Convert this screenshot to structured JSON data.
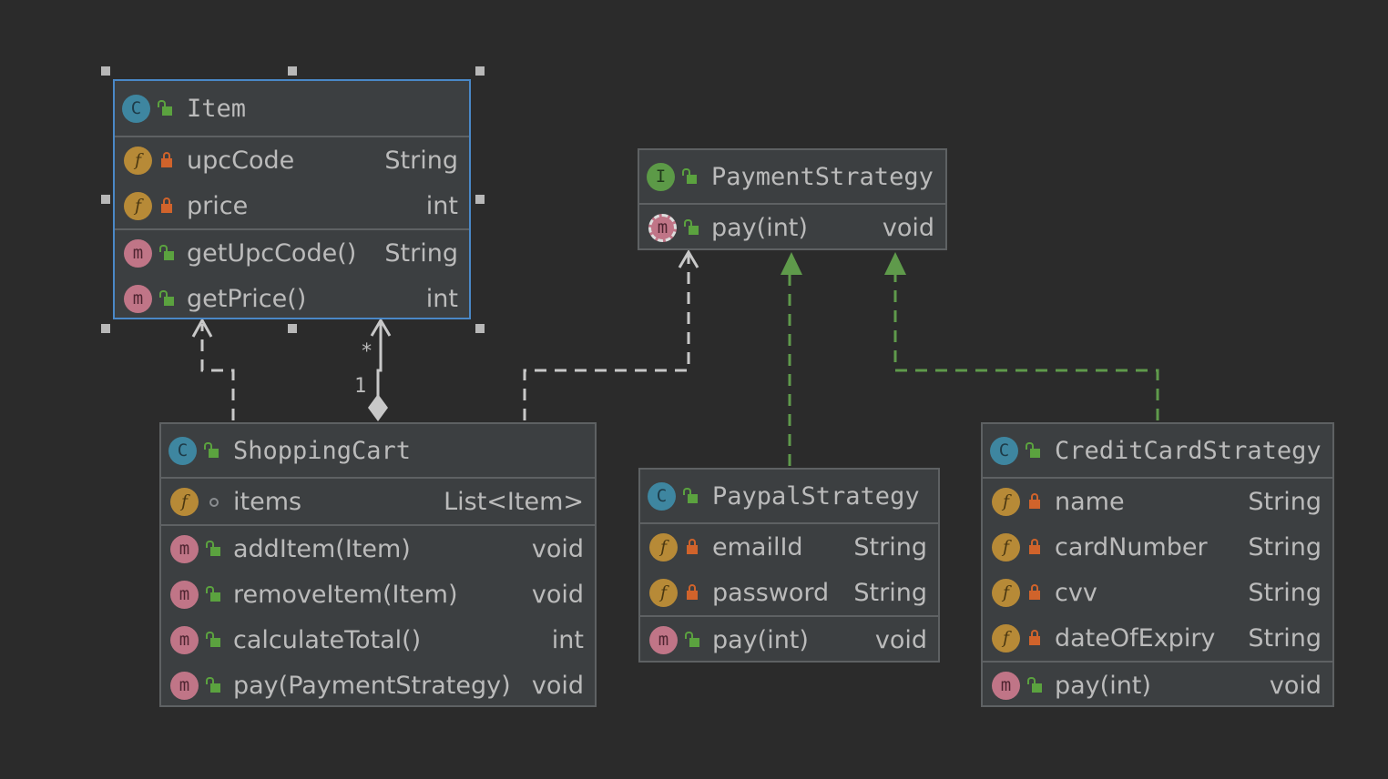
{
  "classes": {
    "item": {
      "name": "Item",
      "kind_icon": "class-icon",
      "fields": [
        {
          "name": "upcCode",
          "type": "String"
        },
        {
          "name": "price",
          "type": "int"
        }
      ],
      "methods": [
        {
          "name": "getUpcCode()",
          "type": "String"
        },
        {
          "name": "getPrice()",
          "type": "int"
        }
      ]
    },
    "payment_strategy": {
      "name": "PaymentStrategy",
      "kind_icon": "interface-icon",
      "methods": [
        {
          "name": "pay(int)",
          "type": "void"
        }
      ]
    },
    "shopping_cart": {
      "name": "ShoppingCart",
      "kind_icon": "class-icon",
      "fields": [
        {
          "name": "items",
          "type": "List<Item>"
        }
      ],
      "methods": [
        {
          "name": "addItem(Item)",
          "type": "void"
        },
        {
          "name": "removeItem(Item)",
          "type": "void"
        },
        {
          "name": "calculateTotal()",
          "type": "int"
        },
        {
          "name": "pay(PaymentStrategy)",
          "type": "void"
        }
      ]
    },
    "paypal_strategy": {
      "name": "PaypalStrategy",
      "kind_icon": "class-icon",
      "fields": [
        {
          "name": "emailId",
          "type": "String"
        },
        {
          "name": "password",
          "type": "String"
        }
      ],
      "methods": [
        {
          "name": "pay(int)",
          "type": "void"
        }
      ]
    },
    "credit_card_strategy": {
      "name": "CreditCardStrategy",
      "kind_icon": "class-icon",
      "fields": [
        {
          "name": "name",
          "type": "String"
        },
        {
          "name": "cardNumber",
          "type": "String"
        },
        {
          "name": "cvv",
          "type": "String"
        },
        {
          "name": "dateOfExpiry",
          "type": "String"
        }
      ],
      "methods": [
        {
          "name": "pay(int)",
          "type": "void"
        }
      ]
    }
  },
  "icons": {
    "class": "C",
    "interface": "I",
    "field": "f",
    "method": "m"
  },
  "relations": {
    "aggregation": {
      "from": "ShoppingCart",
      "to": "Item",
      "source_multiplicity": "1",
      "target_multiplicity": "*"
    },
    "dependencies": [
      {
        "from": "ShoppingCart",
        "to": "Item"
      },
      {
        "from": "ShoppingCart",
        "to": "PaymentStrategy"
      }
    ],
    "realizations": [
      {
        "from": "PaypalStrategy",
        "to": "PaymentStrategy"
      },
      {
        "from": "CreditCardStrategy",
        "to": "PaymentStrategy"
      }
    ]
  },
  "colors": {
    "background": "#2b2b2b",
    "node_fill": "#3c3f41",
    "node_border": "#5e6163",
    "selection_border": "#4a88c7",
    "dependency_edge": "#c8c8c8",
    "realization_edge": "#5f9a4b"
  }
}
